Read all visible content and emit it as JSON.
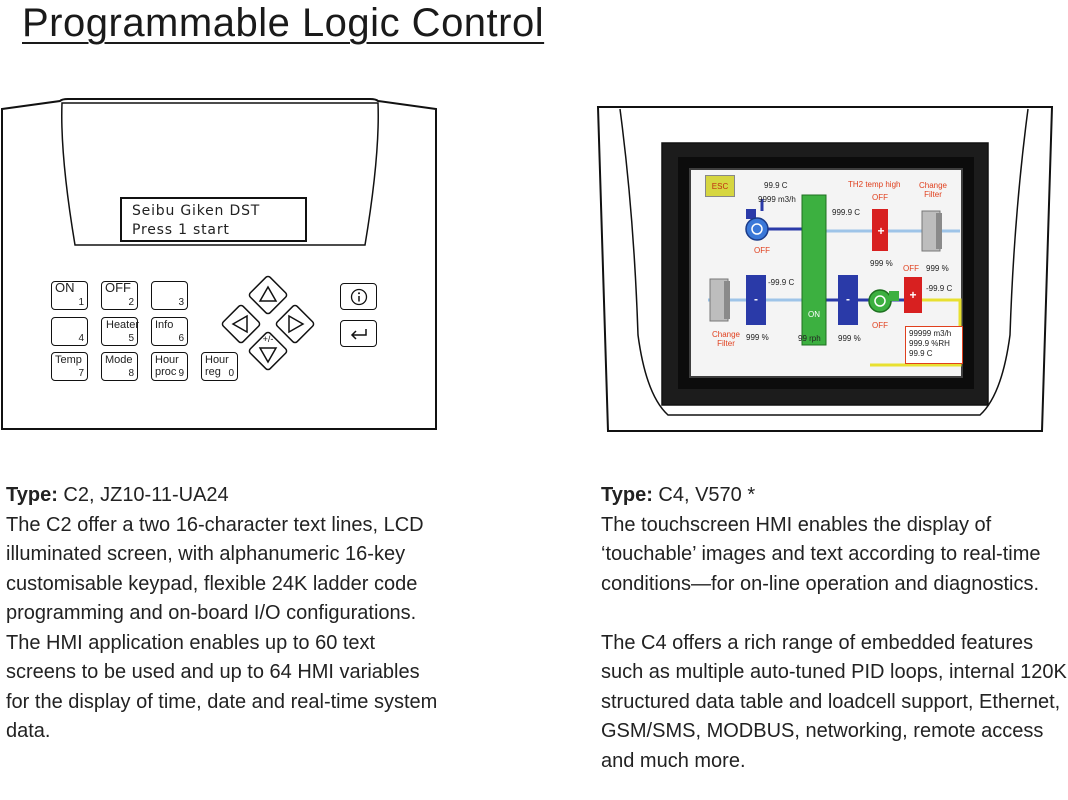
{
  "title": "Programmable Logic Control",
  "c2": {
    "lcd_line1": "Seibu Giken DST",
    "lcd_line2": "Press 1 start",
    "keys": [
      {
        "label": "ON",
        "num": "1"
      },
      {
        "label": "OFF",
        "num": "2"
      },
      {
        "label": "",
        "num": "3"
      },
      {
        "label": "",
        "num": "4"
      },
      {
        "label": "Heater",
        "num": "5"
      },
      {
        "label": "Info",
        "num": "6"
      },
      {
        "label": "Temp",
        "num": "7"
      },
      {
        "label": "Mode",
        "num": "8"
      },
      {
        "label": "Hour proc",
        "num": "9"
      },
      {
        "label": "Hour reg",
        "num": "0"
      }
    ],
    "plusminus": "+/-",
    "type_label": "Type:",
    "type_value": " C2, JZ10-11-UA24",
    "description": "The C2 offer a two 16-character text lines, LCD illuminated screen, with alphanumeric 16-key customisable keypad, flexible 24K ladder code programming and on-board I/O configurations. The HMI application enables up to 60 text screens to be used and up to 64 HMI variables for the display of time, date and real-time system data."
  },
  "c4": {
    "hmi": {
      "esc": "ESC",
      "t1": "99.9 C",
      "t2": "9999 m3/h",
      "off1": "OFF",
      "th2": "TH2  temp high",
      "off2": "OFF",
      "change_filter_1": "Change Filter",
      "t3": "999.9 C",
      "pct1": "999 %",
      "off3": "OFF",
      "pct2": "999 %",
      "t4": "-99.9 C",
      "t5": "-99.9 C",
      "minus": "-",
      "plus": "+",
      "on": "ON",
      "rph": "99 rph",
      "pct3": "999 %",
      "pct4": "999 %",
      "off4": "OFF",
      "change_filter_2": "Change Filter",
      "box1": "99999 m3/h",
      "box2": "999.9 %RH",
      "box3": "99.9 C"
    },
    "type_label": "Type:",
    "type_value": " C4, V570 *",
    "description1": "The touchscreen HMI enables the display of ‘touchable’ images and text according to real-time conditions—for on-line operation and diagnostics.",
    "description2": "The C4 offers a rich range of embedded features such as multiple auto-tuned PID loops, internal 120K structured data table and loadcell support, Ethernet, GSM/SMS, MODBUS, networking, remote access and much more."
  },
  "colors": {
    "green": "#3cb040",
    "red": "#d82020",
    "blue": "#2a3aa8",
    "accent": "#e0401e"
  }
}
